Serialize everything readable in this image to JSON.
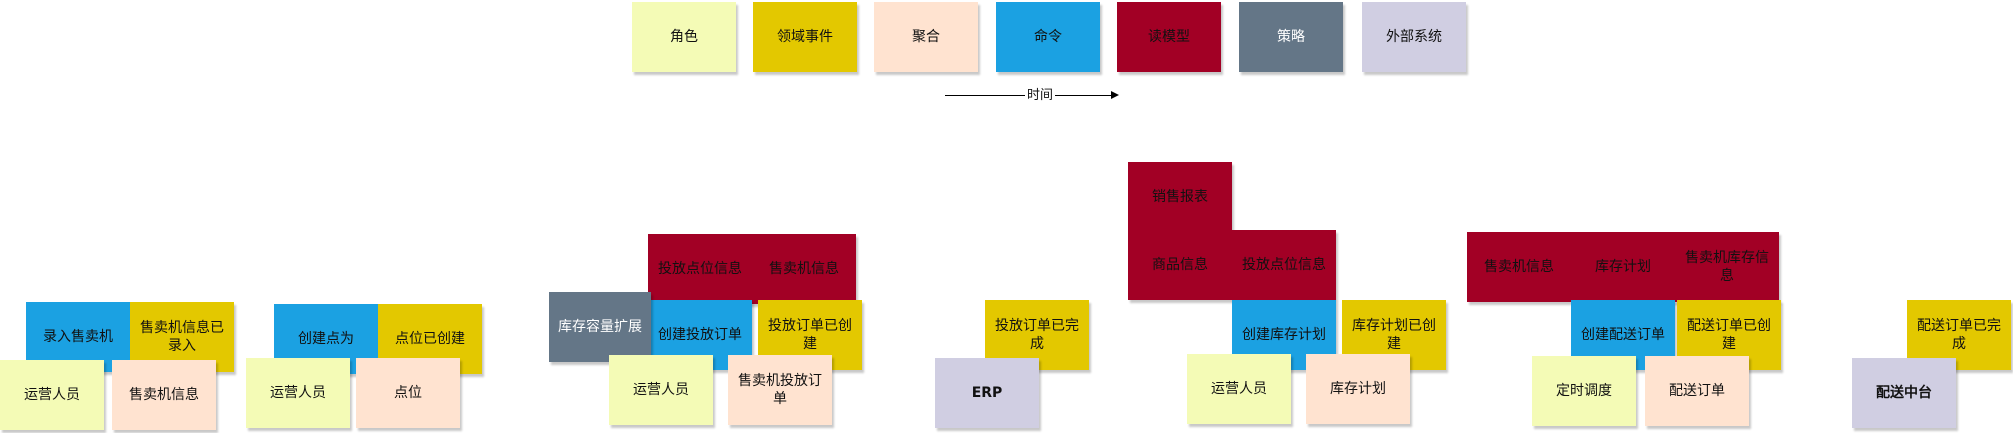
{
  "legend": {
    "role": "角色",
    "event": "领域事件",
    "aggregate": "聚合",
    "command": "命令",
    "read_model": "读模型",
    "policy": "策略",
    "external": "外部系统"
  },
  "timeline": {
    "label": "时间"
  },
  "group1": {
    "command": "录入售卖机",
    "event": "售卖机信息已录入",
    "role": "运营人员",
    "aggregate": "售卖机信息"
  },
  "group2": {
    "command": "创建点为",
    "event": "点位已创建",
    "role": "运营人员",
    "aggregate": "点位"
  },
  "group3": {
    "read_models": [
      "投放点位信息",
      "售卖机信息"
    ],
    "policy": "库存容量扩展",
    "command": "创建投放订单",
    "event": "投放订单已创建",
    "role": "运营人员",
    "aggregate": "售卖机投放订单"
  },
  "group4": {
    "event": "投放订单已完成",
    "external": "ERP"
  },
  "group5": {
    "read_models": [
      "销售报表",
      "商品信息",
      "投放点位信息"
    ],
    "command": "创建库存计划",
    "event": "库存计划已创建",
    "role": "运营人员",
    "aggregate": "库存计划"
  },
  "group6": {
    "read_models": [
      "售卖机信息",
      "库存计划",
      "售卖机库存信息"
    ],
    "command": "创建配送订单",
    "event": "配送订单已创建",
    "role": "定时调度",
    "aggregate": "配送订单"
  },
  "group7": {
    "event": "配送订单已完成",
    "external": "配送中台"
  }
}
